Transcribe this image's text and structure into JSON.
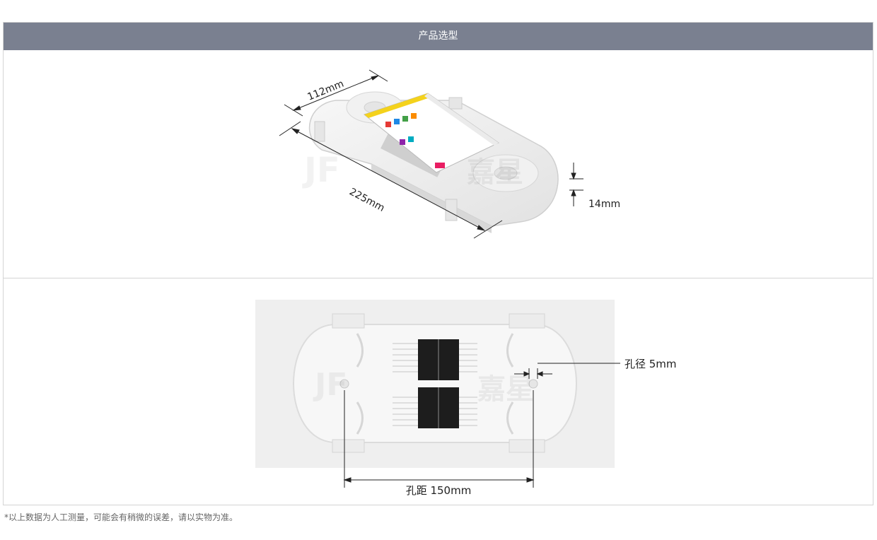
{
  "header": {
    "title": "产品选型"
  },
  "top_view": {
    "width_label": "112mm",
    "length_label": "225mm",
    "height_label": "14mm",
    "watermark_text": "嘉星"
  },
  "bottom_view": {
    "hole_diameter_label": "孔径 5mm",
    "hole_spacing_label": "孔距 150mm",
    "watermark_text": "嘉星"
  },
  "footer": {
    "note": "*以上数据为人工测量，可能会有稍微的误差，请以实物为准。"
  },
  "colors": {
    "header_bg": "#7a8090",
    "tray": "#ececec",
    "label_yellow": "#f4d21c",
    "clip_black": "#1d1d1d"
  }
}
